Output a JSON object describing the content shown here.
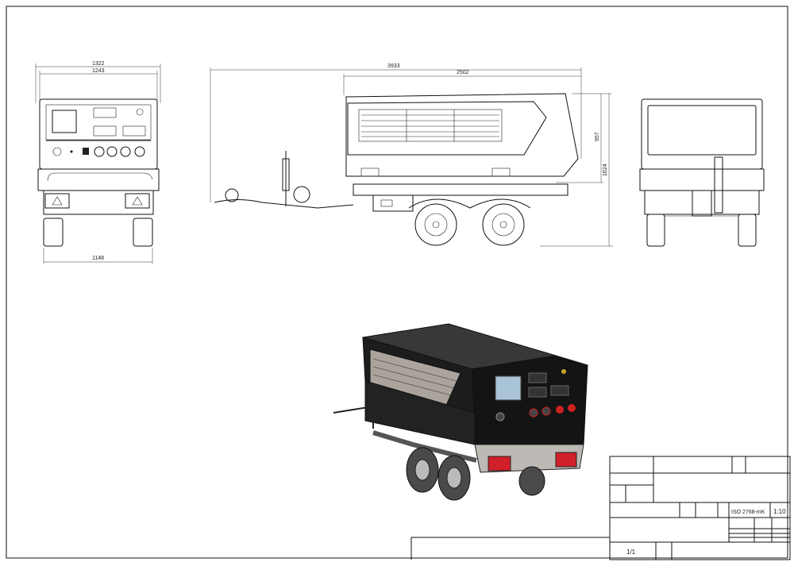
{
  "dimensions": {
    "front_overall_width": "1322",
    "front_body_width": "1243",
    "front_track_width": "1148",
    "side_overall_length": "3933",
    "side_body_length": "2502",
    "side_body_height": "957",
    "side_overall_height": "1624"
  },
  "title_block": {
    "tolerance_standard": "ISO 2768-mK",
    "scale": "1:10",
    "sheet": "1/1"
  },
  "colors": {
    "line": "#111111",
    "body_dark": "#1a1a1a",
    "body_grey": "#8a8580",
    "lamp_red": "#d0202a"
  }
}
